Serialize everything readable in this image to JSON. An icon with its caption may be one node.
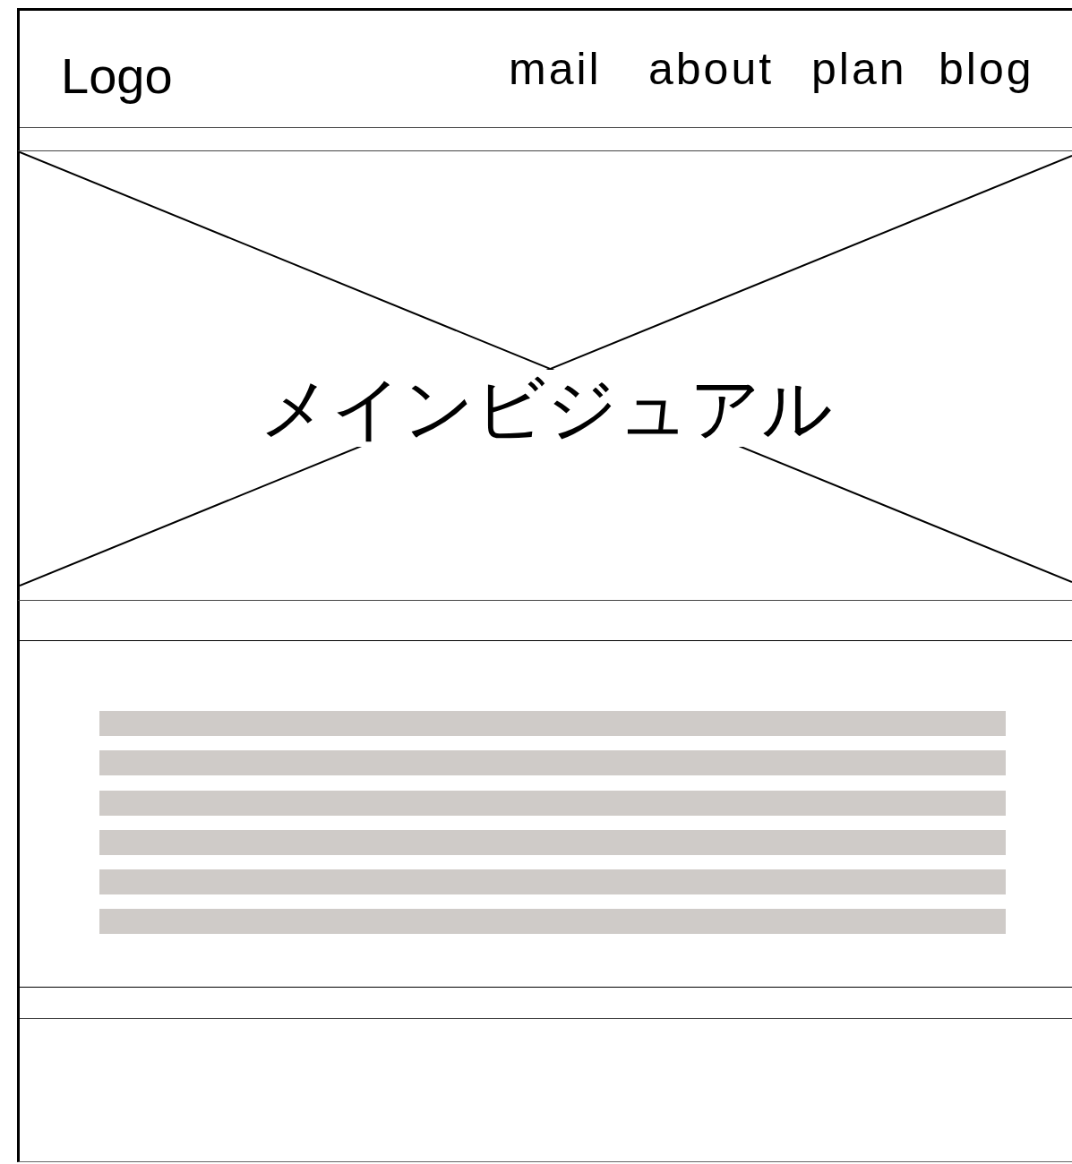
{
  "diagram": {
    "nodes": [
      {
        "text": [
          "Logo",
          "mail",
          "about",
          "plan",
          "blog"
        ]
      },
      {
        "text": [
          "メインビジュアル"
        ]
      },
      {
        "text": [],
        "shape": "box"
      },
      {
        "text": [],
        "shape": "bar",
        "in": 2
      },
      {
        "text": [],
        "shape": "bar",
        "in": 2
      },
      {
        "text": [],
        "shape": "bar",
        "in": 2
      },
      {
        "text": [],
        "shape": "bar",
        "in": 2
      },
      {
        "text": [],
        "shape": "bar",
        "in": 2
      },
      {
        "text": [],
        "shape": "bar",
        "in": 2
      },
      {
        "text": [],
        "shape": "box"
      }
    ]
  }
}
